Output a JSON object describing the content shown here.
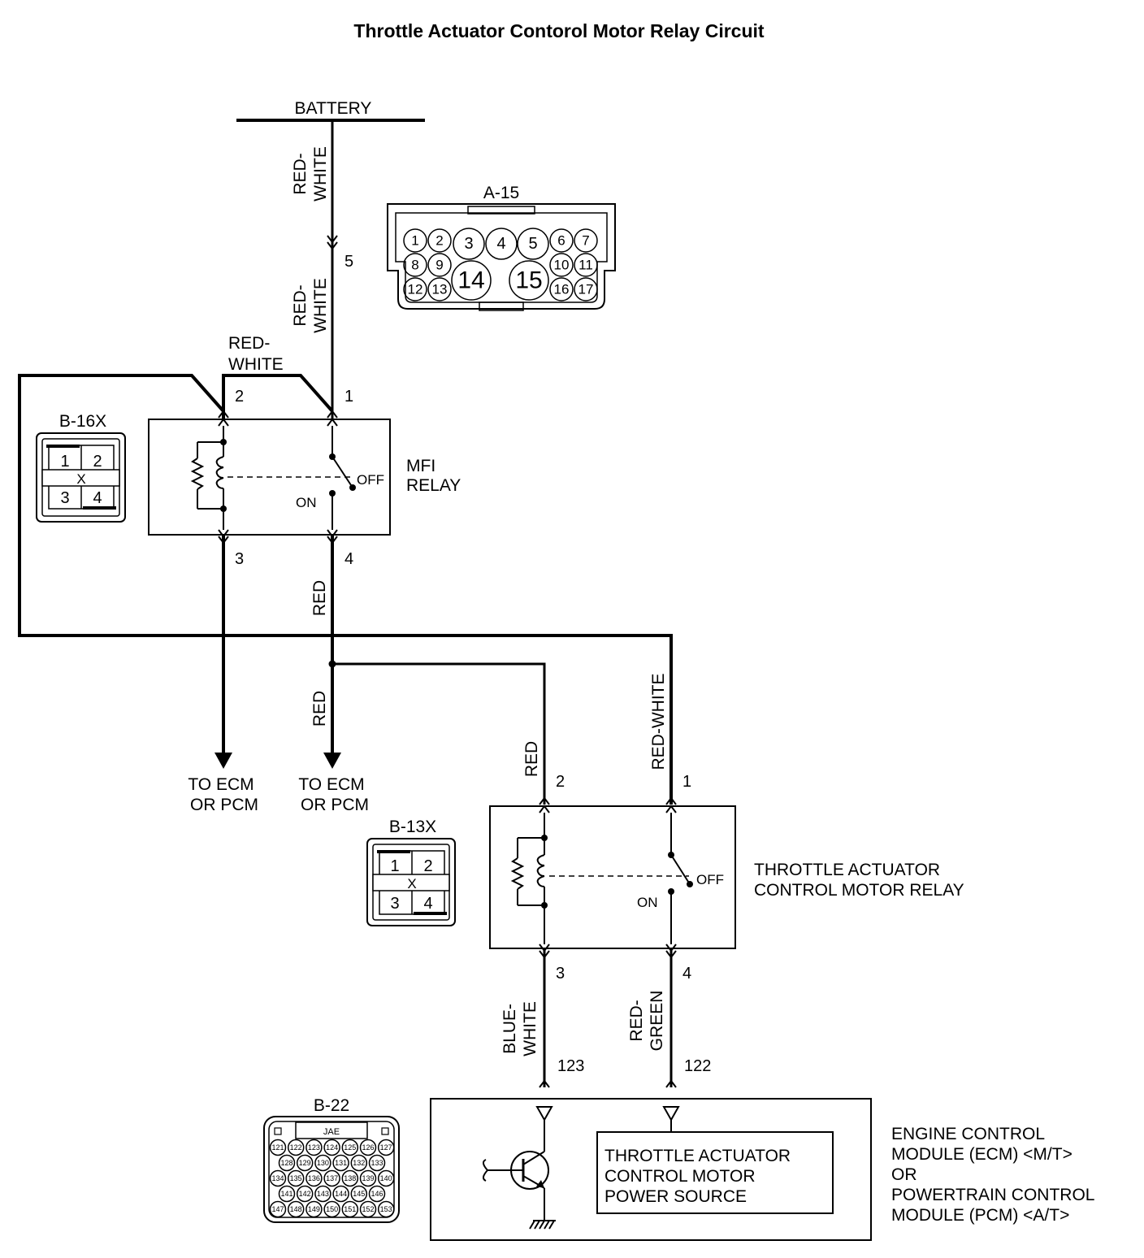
{
  "title": "Throttle Actuator Contorol Motor Relay Circuit",
  "battery": "BATTERY",
  "wires": {
    "red_white": [
      "RED-",
      "WHITE"
    ],
    "red": "RED",
    "red_white_single": "RED-WHITE",
    "blue_white": [
      "BLUE-",
      "WHITE"
    ],
    "red_green": [
      "RED-",
      "GREEN"
    ]
  },
  "pins": {
    "a15_5": "5",
    "mfi_1": "1",
    "mfi_2": "2",
    "mfi_3": "3",
    "mfi_4": "4",
    "tac_1": "1",
    "tac_2": "2",
    "tac_3": "3",
    "tac_4": "4",
    "ecm_123": "123",
    "ecm_122": "122"
  },
  "connectors": {
    "a15": {
      "name": "A-15",
      "pins": [
        "1",
        "2",
        "3",
        "4",
        "5",
        "6",
        "7",
        "8",
        "9",
        "10",
        "11",
        "12",
        "13",
        "14",
        "15",
        "16",
        "17"
      ]
    },
    "b16x": {
      "name": "B-16X",
      "pins": [
        "1",
        "2",
        "3",
        "4"
      ],
      "mark": "X"
    },
    "b13x": {
      "name": "B-13X",
      "pins": [
        "1",
        "2",
        "3",
        "4"
      ],
      "mark": "X"
    },
    "b22": {
      "name": "B-22",
      "label": "JAE",
      "pins": [
        "121",
        "122",
        "123",
        "124",
        "125",
        "126",
        "127",
        "128",
        "129",
        "130",
        "131",
        "132",
        "133",
        "134",
        "135",
        "136",
        "137",
        "138",
        "139",
        "140",
        "141",
        "142",
        "143",
        "144",
        "145",
        "146",
        "147",
        "148",
        "149",
        "150",
        "151",
        "152",
        "153"
      ]
    }
  },
  "mfi_relay": {
    "label": [
      "MFI",
      "RELAY"
    ],
    "off": "OFF",
    "on": "ON"
  },
  "tac_relay": {
    "label": [
      "THROTTLE ACTUATOR",
      "CONTROL MOTOR RELAY"
    ],
    "off": "OFF",
    "on": "ON"
  },
  "to_ecm": [
    "TO ECM",
    "OR PCM"
  ],
  "ecm": {
    "inner": [
      "THROTTLE ACTUATOR",
      "CONTROL MOTOR",
      "POWER SOURCE"
    ],
    "label": [
      "ENGINE CONTROL",
      "MODULE (ECM) <M/T>",
      "OR",
      "POWERTRAIN CONTROL",
      "MODULE (PCM) <A/T>"
    ]
  }
}
